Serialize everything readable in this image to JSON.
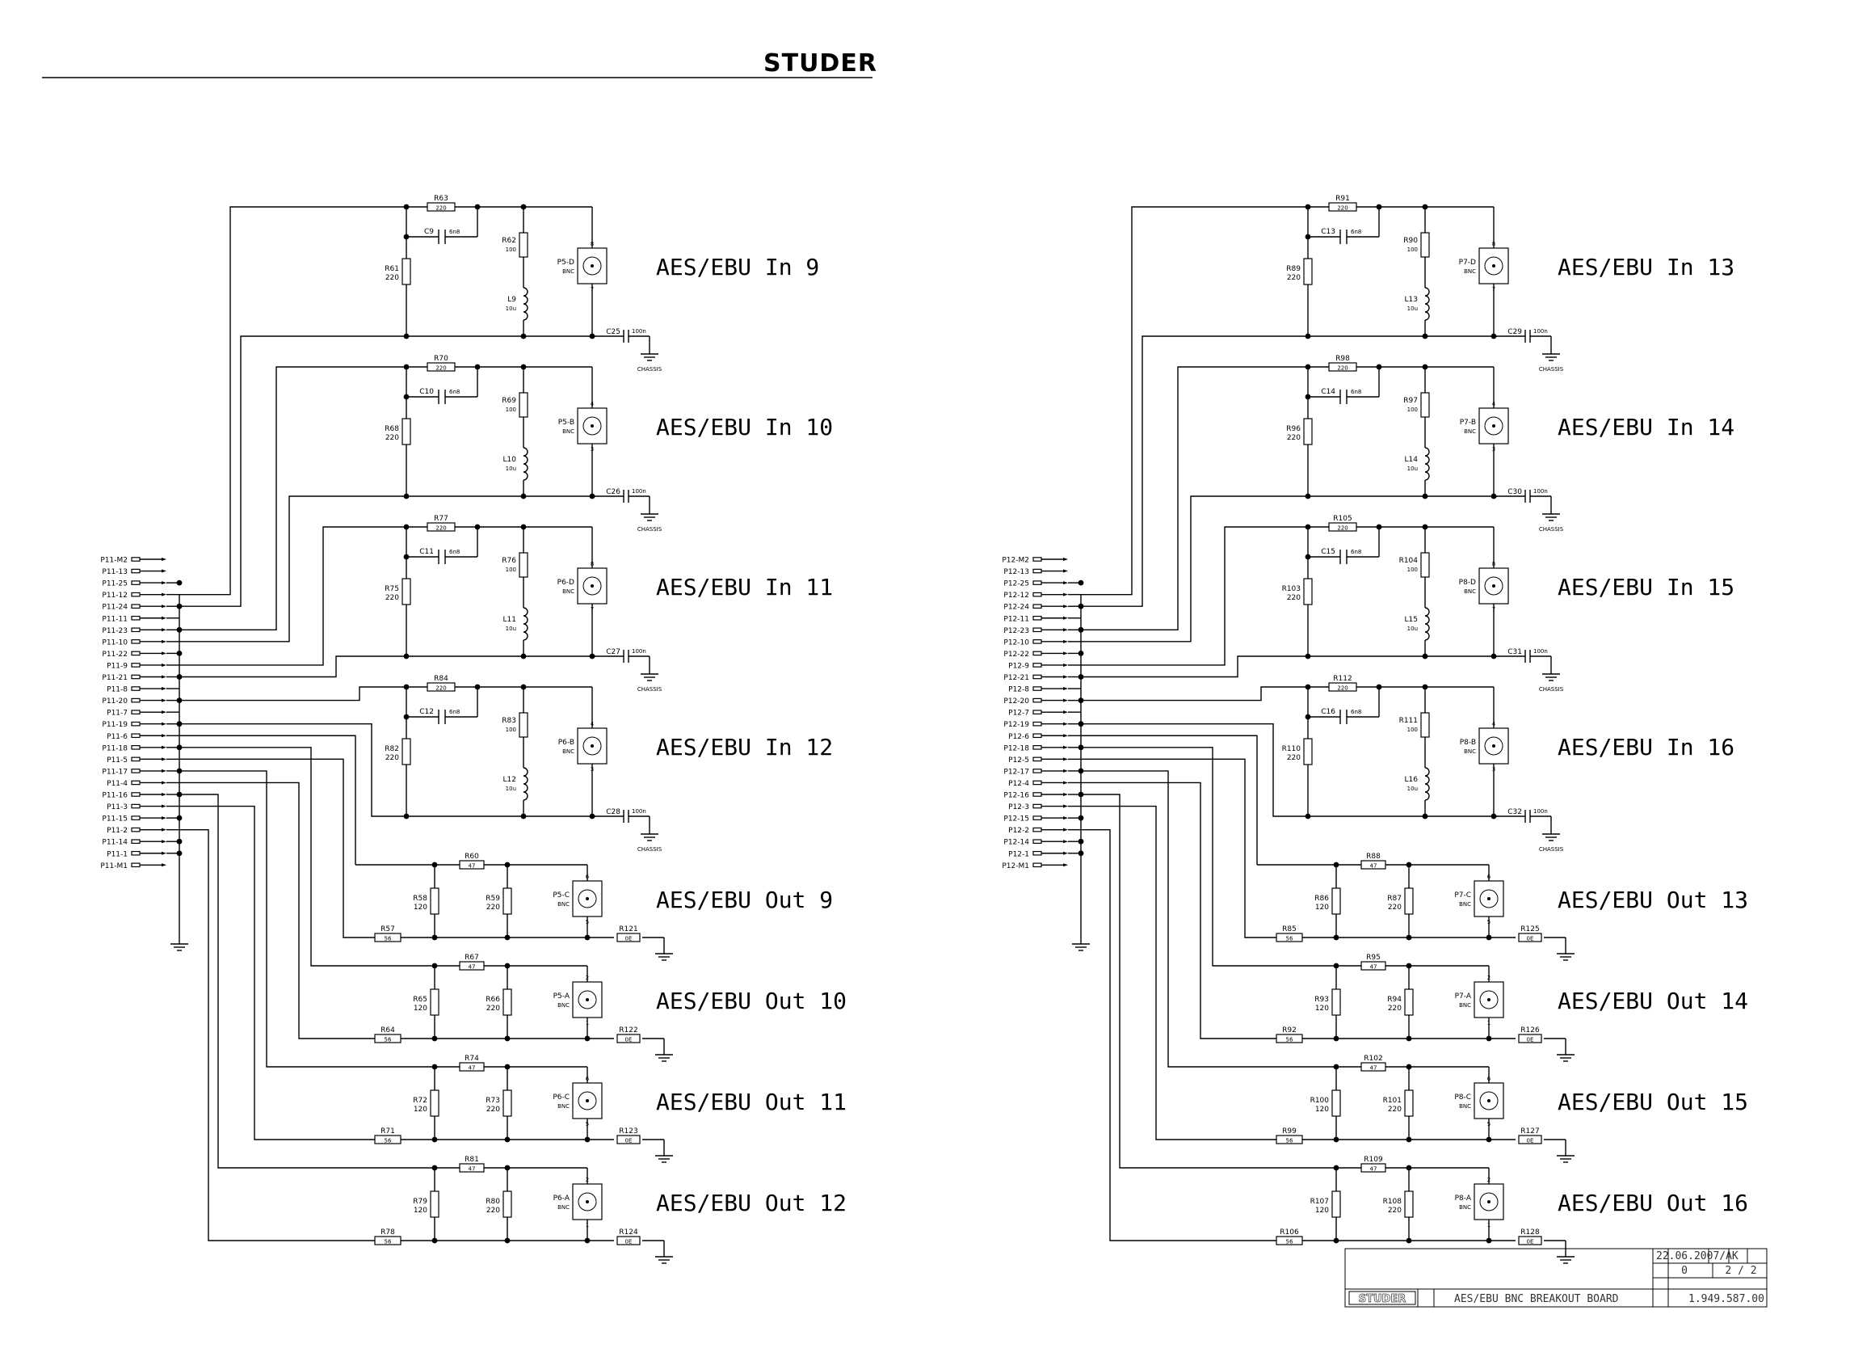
{
  "header": {
    "brand": "STUDER"
  },
  "blocks": [
    {
      "half": 0,
      "kind": "in",
      "title": "AES/EBU In 9",
      "rs": "R63",
      "rsv": "220",
      "c": "C9",
      "cv": "6n8",
      "r1": "R61",
      "r1v": "220",
      "r2": "R62",
      "r2v": "100",
      "l": "L9",
      "lv": "10u",
      "conn": "P5-D",
      "cType": "BNC",
      "pinT": "8",
      "pinB": "7",
      "cg": "C25",
      "cgv": "100n",
      "gnd": "CHASSIS"
    },
    {
      "half": 0,
      "kind": "in",
      "title": "AES/EBU In 10",
      "rs": "R70",
      "rsv": "220",
      "c": "C10",
      "cv": "6n8",
      "r1": "R68",
      "r1v": "220",
      "r2": "R69",
      "r2v": "100",
      "l": "L10",
      "lv": "10u",
      "conn": "P5-B",
      "cType": "BNC",
      "pinT": "4",
      "pinB": "3",
      "cg": "C26",
      "cgv": "100n",
      "gnd": "CHASSIS"
    },
    {
      "half": 0,
      "kind": "in",
      "title": "AES/EBU In 11",
      "rs": "R77",
      "rsv": "220",
      "c": "C11",
      "cv": "6n8",
      "r1": "R75",
      "r1v": "220",
      "r2": "R76",
      "r2v": "100",
      "l": "L11",
      "lv": "10u",
      "conn": "P6-D",
      "cType": "BNC",
      "pinT": "8",
      "pinB": "7",
      "cg": "C27",
      "cgv": "100n",
      "gnd": "CHASSIS"
    },
    {
      "half": 0,
      "kind": "in",
      "title": "AES/EBU In 12",
      "rs": "R84",
      "rsv": "220",
      "c": "C12",
      "cv": "6n8",
      "r1": "R82",
      "r1v": "220",
      "r2": "R83",
      "r2v": "100",
      "l": "L12",
      "lv": "10u",
      "conn": "P6-B",
      "cType": "BNC",
      "pinT": "4",
      "pinB": "3",
      "cg": "C28",
      "cgv": "100n",
      "gnd": "CHASSIS"
    },
    {
      "half": 0,
      "kind": "out",
      "title": "AES/EBU Out 9",
      "rt": "R60",
      "rtv": "47",
      "r1": "R58",
      "r1v": "120",
      "r2": "R59",
      "r2v": "220",
      "rb": "R57",
      "rbv": "56",
      "conn": "P5-C",
      "cType": "BNC",
      "pinT": "6",
      "pinB": "5",
      "rg": "R121",
      "rgv": "0E"
    },
    {
      "half": 0,
      "kind": "out",
      "title": "AES/EBU Out 10",
      "rt": "R67",
      "rtv": "47",
      "r1": "R65",
      "r1v": "120",
      "r2": "R66",
      "r2v": "220",
      "rb": "R64",
      "rbv": "56",
      "conn": "P5-A",
      "cType": "BNC",
      "pinT": "2",
      "pinB": "1",
      "rg": "R122",
      "rgv": "0E"
    },
    {
      "half": 0,
      "kind": "out",
      "title": "AES/EBU Out 11",
      "rt": "R74",
      "rtv": "47",
      "r1": "R72",
      "r1v": "120",
      "r2": "R73",
      "r2v": "220",
      "rb": "R71",
      "rbv": "56",
      "conn": "P6-C",
      "cType": "BNC",
      "pinT": "6",
      "pinB": "5",
      "rg": "R123",
      "rgv": "0E"
    },
    {
      "half": 0,
      "kind": "out",
      "title": "AES/EBU Out 12",
      "rt": "R81",
      "rtv": "47",
      "r1": "R79",
      "r1v": "120",
      "r2": "R80",
      "r2v": "220",
      "rb": "R78",
      "rbv": "56",
      "conn": "P6-A",
      "cType": "BNC",
      "pinT": "2",
      "pinB": "1",
      "rg": "R124",
      "rgv": "0E"
    },
    {
      "half": 1,
      "kind": "in",
      "title": "AES/EBU In 13",
      "rs": "R91",
      "rsv": "220",
      "c": "C13",
      "cv": "6n8",
      "r1": "R89",
      "r1v": "220",
      "r2": "R90",
      "r2v": "100",
      "l": "L13",
      "lv": "10u",
      "conn": "P7-D",
      "cType": "BNC",
      "pinT": "8",
      "pinB": "7",
      "cg": "C29",
      "cgv": "100n",
      "gnd": "CHASSIS"
    },
    {
      "half": 1,
      "kind": "in",
      "title": "AES/EBU In 14",
      "rs": "R98",
      "rsv": "220",
      "c": "C14",
      "cv": "6n8",
      "r1": "R96",
      "r1v": "220",
      "r2": "R97",
      "r2v": "100",
      "l": "L14",
      "lv": "10u",
      "conn": "P7-B",
      "cType": "BNC",
      "pinT": "4",
      "pinB": "3",
      "cg": "C30",
      "cgv": "100n",
      "gnd": "CHASSIS"
    },
    {
      "half": 1,
      "kind": "in",
      "title": "AES/EBU In 15",
      "rs": "R105",
      "rsv": "220",
      "c": "C15",
      "cv": "6n8",
      "r1": "R103",
      "r1v": "220",
      "r2": "R104",
      "r2v": "100",
      "l": "L15",
      "lv": "10u",
      "conn": "P8-D",
      "cType": "BNC",
      "pinT": "8",
      "pinB": "7",
      "cg": "C31",
      "cgv": "100n",
      "gnd": "CHASSIS"
    },
    {
      "half": 1,
      "kind": "in",
      "title": "AES/EBU In 16",
      "rs": "R112",
      "rsv": "220",
      "c": "C16",
      "cv": "6n8",
      "r1": "R110",
      "r1v": "220",
      "r2": "R111",
      "r2v": "100",
      "l": "L16",
      "lv": "10u",
      "conn": "P8-B",
      "cType": "BNC",
      "pinT": "4",
      "pinB": "3",
      "cg": "C32",
      "cgv": "100n",
      "gnd": "CHASSIS"
    },
    {
      "half": 1,
      "kind": "out",
      "title": "AES/EBU Out 13",
      "rt": "R88",
      "rtv": "47",
      "r1": "R86",
      "r1v": "120",
      "r2": "R87",
      "r2v": "220",
      "rb": "R85",
      "rbv": "56",
      "conn": "P7-C",
      "cType": "BNC",
      "pinT": "6",
      "pinB": "5",
      "rg": "R125",
      "rgv": "0E"
    },
    {
      "half": 1,
      "kind": "out",
      "title": "AES/EBU Out 14",
      "rt": "R95",
      "rtv": "47",
      "r1": "R93",
      "r1v": "120",
      "r2": "R94",
      "r2v": "220",
      "rb": "R92",
      "rbv": "56",
      "conn": "P7-A",
      "cType": "BNC",
      "pinT": "2",
      "pinB": "1",
      "rg": "R126",
      "rgv": "0E"
    },
    {
      "half": 1,
      "kind": "out",
      "title": "AES/EBU Out 15",
      "rt": "R102",
      "rtv": "47",
      "r1": "R100",
      "r1v": "120",
      "r2": "R101",
      "r2v": "220",
      "rb": "R99",
      "rbv": "56",
      "conn": "P8-C",
      "cType": "BNC",
      "pinT": "6",
      "pinB": "5",
      "rg": "R127",
      "rgv": "0E"
    },
    {
      "half": 1,
      "kind": "out",
      "title": "AES/EBU Out 16",
      "rt": "R109",
      "rtv": "47",
      "r1": "R107",
      "r1v": "120",
      "r2": "R108",
      "r2v": "220",
      "rb": "R106",
      "rbv": "56",
      "conn": "P8-A",
      "cType": "BNC",
      "pinT": "2",
      "pinB": "1",
      "rg": "R128",
      "rgv": "0E"
    }
  ],
  "connectors": [
    {
      "half": 0,
      "pins": [
        "P11-M2",
        "P11-13",
        "P11-25",
        "P11-12",
        "P11-24",
        "P11-11",
        "P11-23",
        "P11-10",
        "P11-22",
        "P11-9",
        "P11-21",
        "P11-8",
        "P11-20",
        "P11-7",
        "P11-19",
        "P11-6",
        "P11-18",
        "P11-5",
        "P11-17",
        "P11-4",
        "P11-16",
        "P11-3",
        "P11-15",
        "P11-2",
        "P11-14",
        "P11-1",
        "P11-M1"
      ]
    },
    {
      "half": 1,
      "pins": [
        "P12-M2",
        "P12-13",
        "P12-25",
        "P12-12",
        "P12-24",
        "P12-11",
        "P12-23",
        "P12-10",
        "P12-22",
        "P12-9",
        "P12-21",
        "P12-8",
        "P12-20",
        "P12-7",
        "P12-19",
        "P12-6",
        "P12-18",
        "P12-5",
        "P12-17",
        "P12-4",
        "P12-16",
        "P12-3",
        "P12-15",
        "P12-2",
        "P12-14",
        "P12-1",
        "P12-M1"
      ]
    }
  ],
  "title_block": {
    "date": "22.06.2007/AK",
    "index": "0",
    "page": "2 / 2",
    "logo": "STUDER",
    "title": "AES/EBU BNC BREAKOUT BOARD",
    "drawing_no": "1.949.587.00"
  }
}
